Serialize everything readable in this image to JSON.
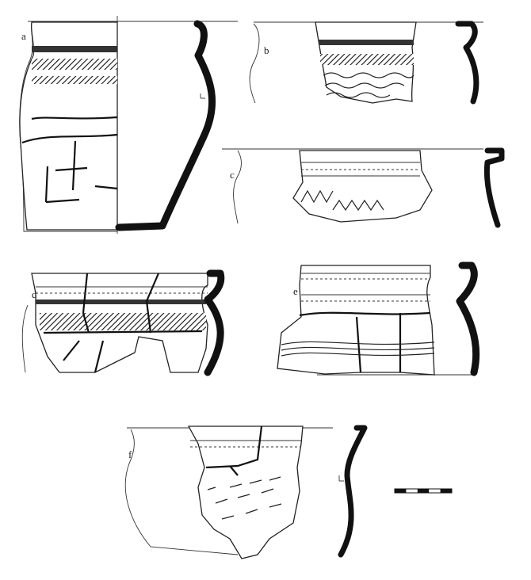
{
  "figure": {
    "vessels": [
      {
        "id": "a",
        "label": "a"
      },
      {
        "id": "b",
        "label": "b"
      },
      {
        "id": "c",
        "label": "c"
      },
      {
        "id": "d",
        "label": "d"
      },
      {
        "id": "e",
        "label": "e"
      },
      {
        "id": "f",
        "label": "f"
      }
    ],
    "scale_bar": {
      "segments": 5
    },
    "colors": {
      "ink": "#111111",
      "paper": "#ffffff"
    }
  }
}
